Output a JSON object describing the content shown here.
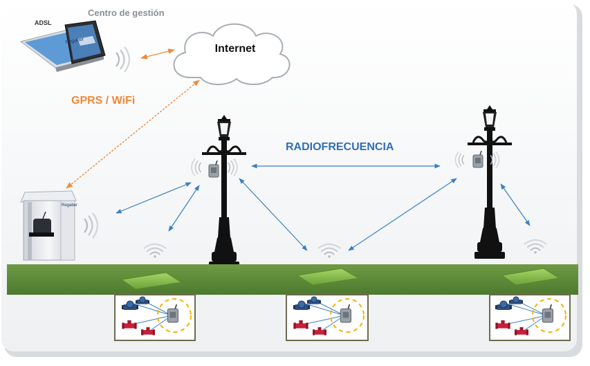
{
  "labels": {
    "adsl": "ADSL",
    "management_center": "Centro de gestión",
    "internet": "Internet",
    "gprs_wifi": "GPRS / WiFi",
    "radio": "RADIOFRECUENCIA",
    "laptop_brand": "Regaber",
    "cabinet_brand": "Regaber"
  },
  "colors": {
    "gprs_link": "#f08a3c",
    "radio_link": "#3a7fbf",
    "radio_text": "#2e6fb5",
    "gprs_text": "#f0883a",
    "ground": "#5f8c3a",
    "pad": "#8bc34a",
    "valve": "#c8203a",
    "meter": "#2f4f7f",
    "dashed_circle": "#f2b000"
  },
  "icons": {
    "computer": "laptop-icon",
    "cloud": "cloud-icon",
    "lamp": "street-lamp-icon",
    "cabinet": "cabinet-icon",
    "wireless": "wireless-signal-icon",
    "valve": "valve-icon",
    "meter": "water-meter-icon",
    "node": "radio-node-icon"
  }
}
